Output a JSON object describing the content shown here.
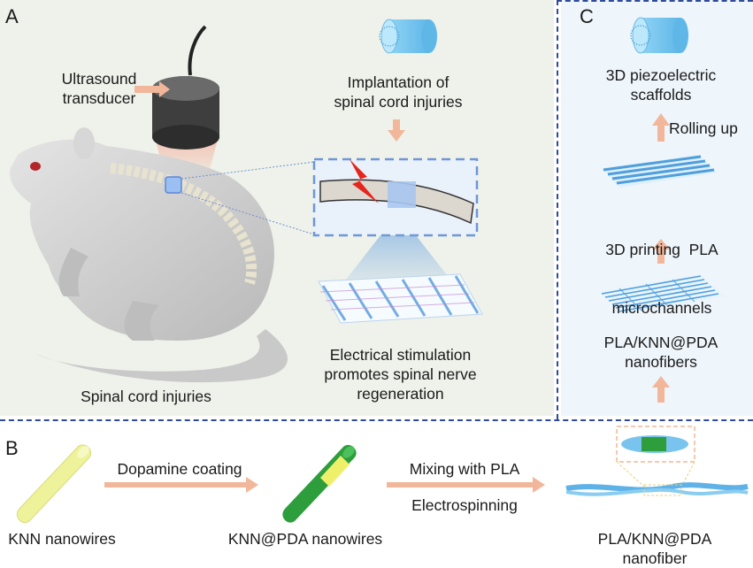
{
  "panels": {
    "a": "A",
    "b": "B",
    "c": "C"
  },
  "panel_a": {
    "transducer_line1": "Ultrasound",
    "transducer_line2": "transducer",
    "implant_line1": "Implantation of",
    "implant_line2": "spinal cord injuries",
    "stim_line1": "Electrical stimulation",
    "stim_line2": "promotes spinal nerve",
    "stim_line3": "regeneration",
    "injury": "Spinal cord injuries"
  },
  "panel_b": {
    "knn": "KNN nanowires",
    "coating": "Dopamine coating",
    "knn_pda": "KNN@PDA nanowires",
    "mixing": "Mixing with PLA",
    "electrospinning": "Electrospinning",
    "fiber_line1": "PLA/KNN@PDA",
    "fiber_line2": "nanofiber"
  },
  "panel_c": {
    "scaffold_line1": "3D piezoelectric",
    "scaffold_line2": "scaffolds",
    "rolling": "Rolling up",
    "print_line1": "3D printing  PLA",
    "print_line2": "microchannels",
    "nano_line1": "PLA/KNN@PDA",
    "nano_line2": "nanofibers"
  },
  "colors": {
    "panel_a_bg": "#eef2ea",
    "panel_c_bg": "#eef5fb",
    "divider": "#2e4a9a",
    "arrow": "#f2b79a",
    "scaffold_blue": "#7fc8ef",
    "knn_yellow": "#f1f3a0",
    "pda_green": "#2f9a3c"
  }
}
